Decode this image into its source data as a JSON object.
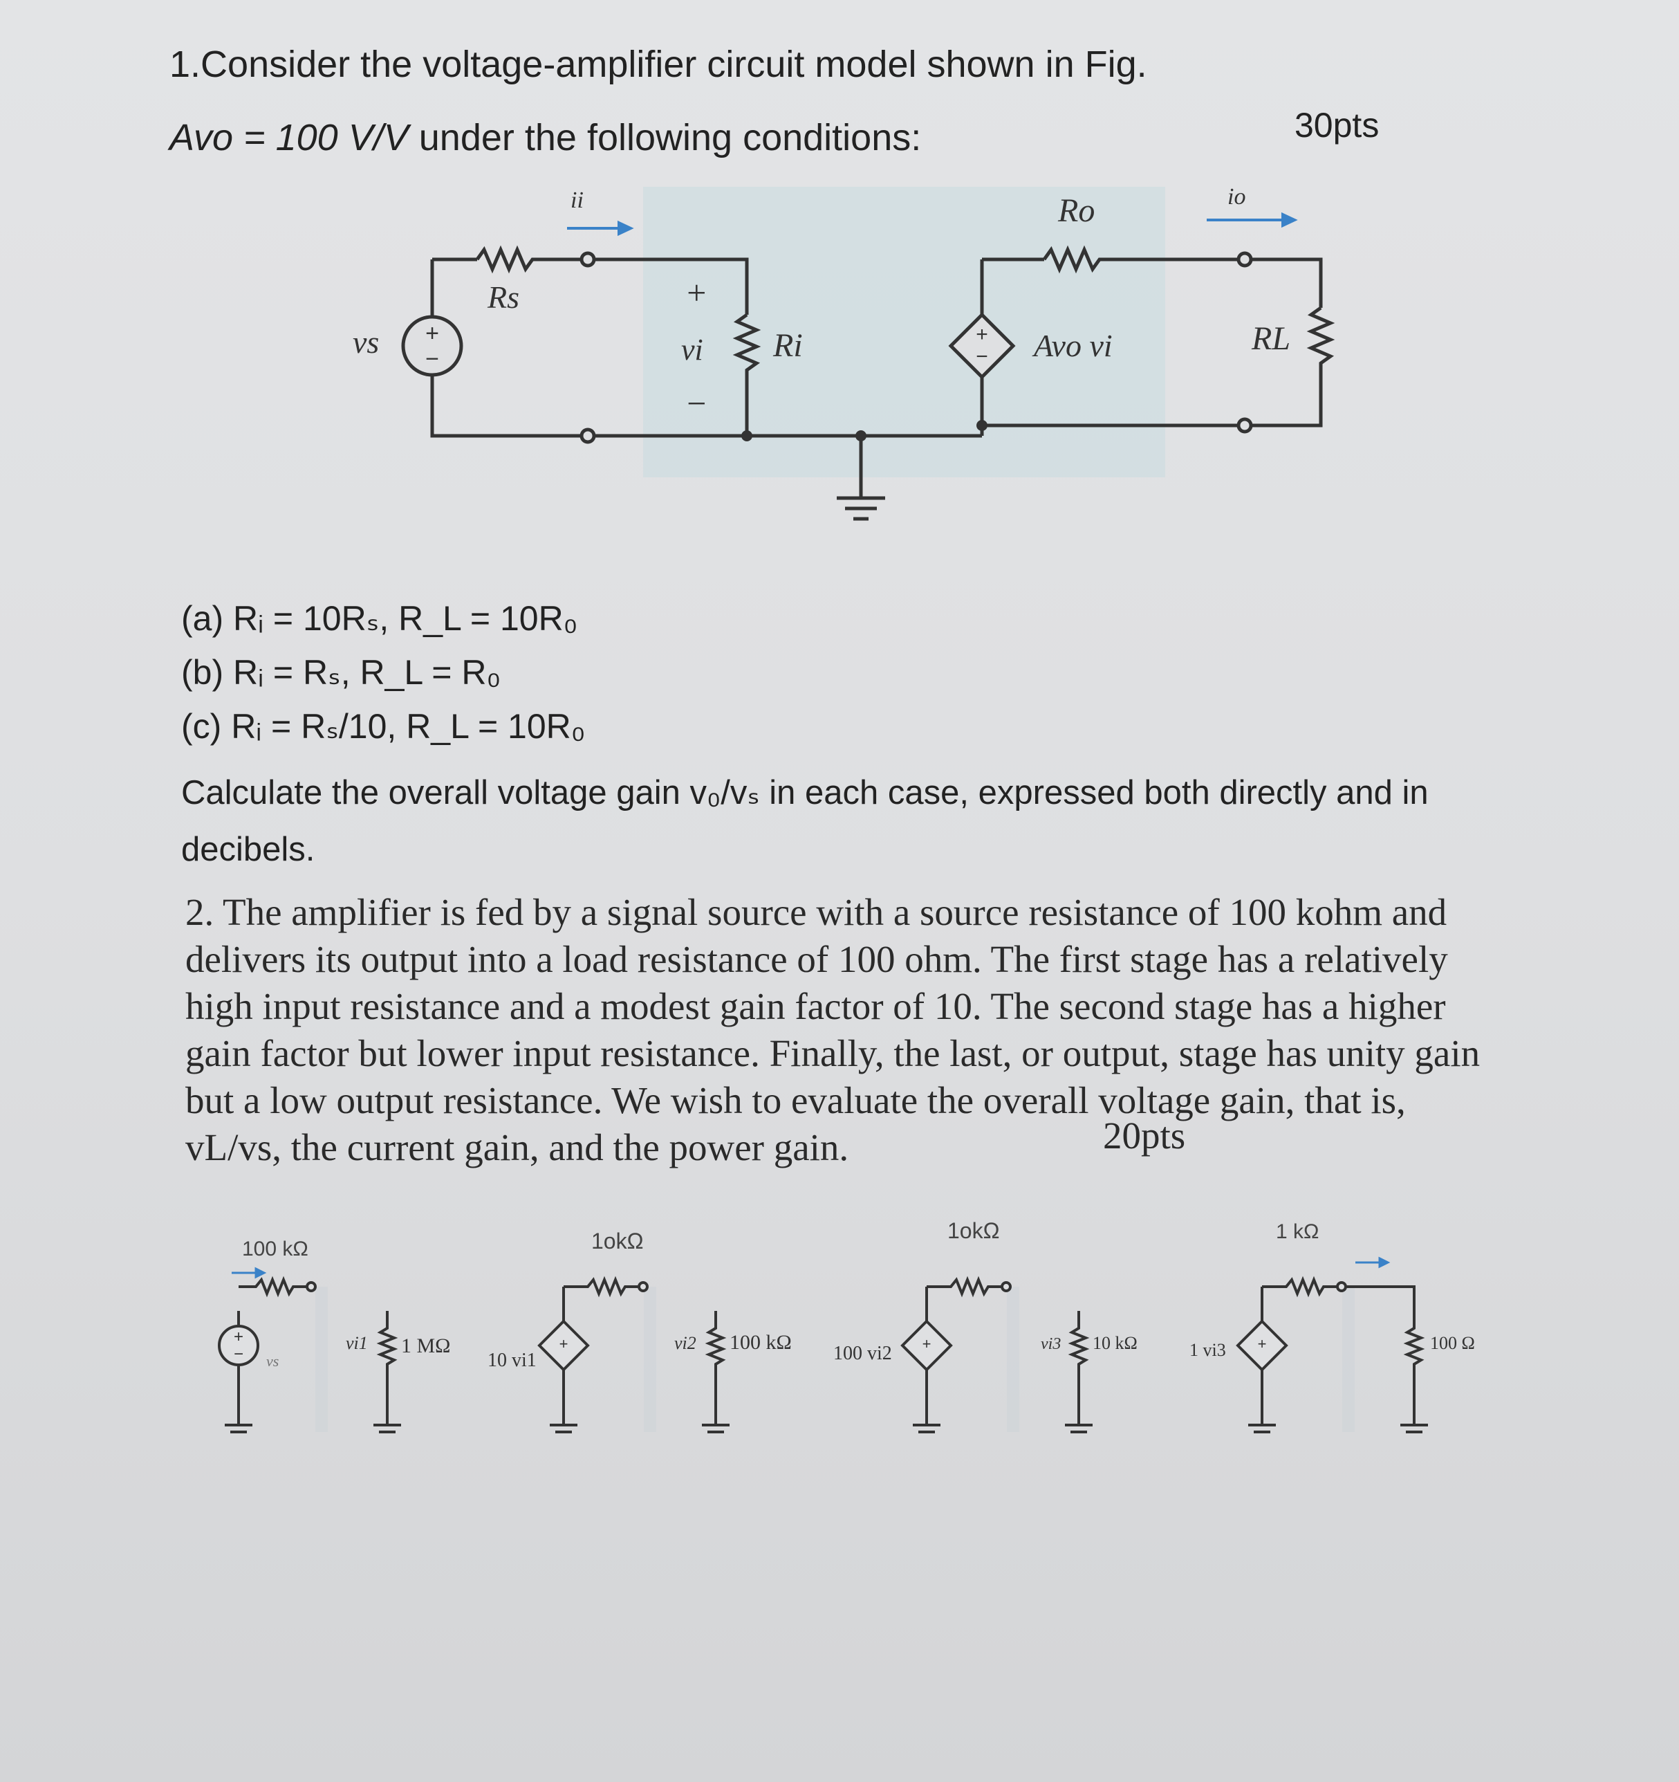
{
  "question1": {
    "title": "1.Consider the voltage-amplifier circuit model shown in Fig.",
    "avo_line": "Avo = 100 V/V",
    "avo_tail": " under the following conditions:",
    "points": "30pts",
    "conditions": [
      "(a) Rᵢ = 10Rₛ, R_L = 10R₀",
      "(b) Rᵢ = Rₛ, R_L = R₀",
      "(c) Rᵢ = Rₛ/10, R_L = 10R₀"
    ],
    "task": "Calculate the overall voltage gain v₀/vₛ in each case, expressed both directly and in decibels."
  },
  "circuit1": {
    "vs": "vs",
    "rs": "Rs",
    "ii": "ii",
    "plus": "+",
    "minus": "−",
    "vi": "vi",
    "ri": "Ri",
    "ro": "Ro",
    "avo_vi": "Avo vi",
    "io": "io",
    "rl": "RL"
  },
  "question2": {
    "text": "2. The amplifier is fed by a signal source with a source resistance of 100 kohm and delivers its output into a load resistance of 100 ohm. The first stage has a relatively high input resistance and a modest gain factor of 10. The second stage has a higher gain factor but lower input resistance. Finally, the last, or output, stage has unity gain but a low output resistance. We wish to evaluate the overall voltage gain, that is, vL/vs, the current gain, and the power gain.",
    "points": "20pts"
  },
  "circuit2": {
    "rs": "100 kΩ",
    "vs": "vs",
    "vi1": "vi1",
    "r1": "1 MΩ",
    "g1": "10 vi1",
    "ro1": "1okΩ",
    "vi2": "vi2",
    "r2": "100 kΩ",
    "g2": "100 vi2",
    "ro2": "1okΩ",
    "vi3": "vi3",
    "r3": "10 kΩ",
    "g3": "1 vi3",
    "ro3": "1 kΩ",
    "rl": "100 Ω"
  }
}
